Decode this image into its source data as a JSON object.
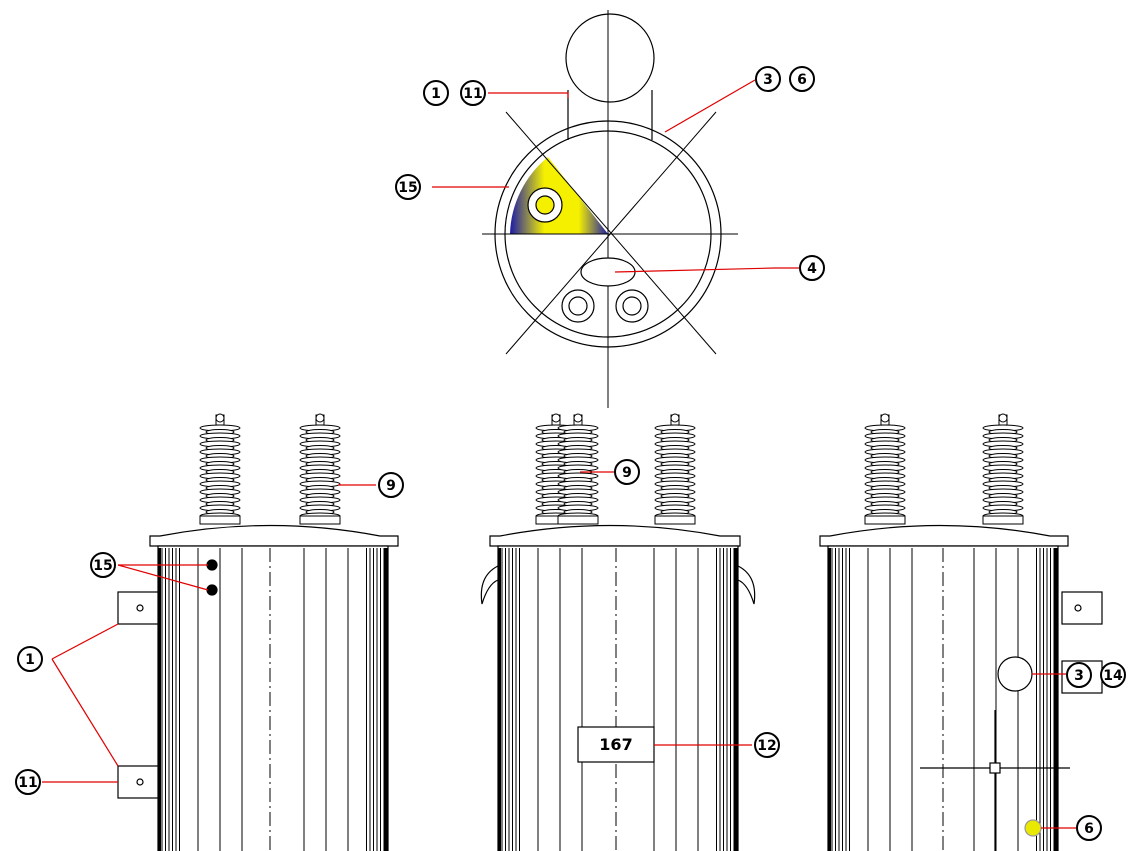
{
  "callouts": {
    "top_1": "1",
    "top_11": "11",
    "top_3": "3",
    "top_6": "6",
    "top_15": "15",
    "top_4": "4",
    "left_15": "15",
    "left_1": "1",
    "left_11": "11",
    "mid_9": "9",
    "mid_12": "12",
    "right_9": "9",
    "r_3": "3",
    "r_14": "14",
    "r_6": "6"
  },
  "nameplate_value": "167",
  "colors": {
    "leader_red": "#e00000",
    "highlight_yellow": "#f5f000",
    "highlight_blue": "#1a1aa8",
    "line_black": "#000000"
  }
}
